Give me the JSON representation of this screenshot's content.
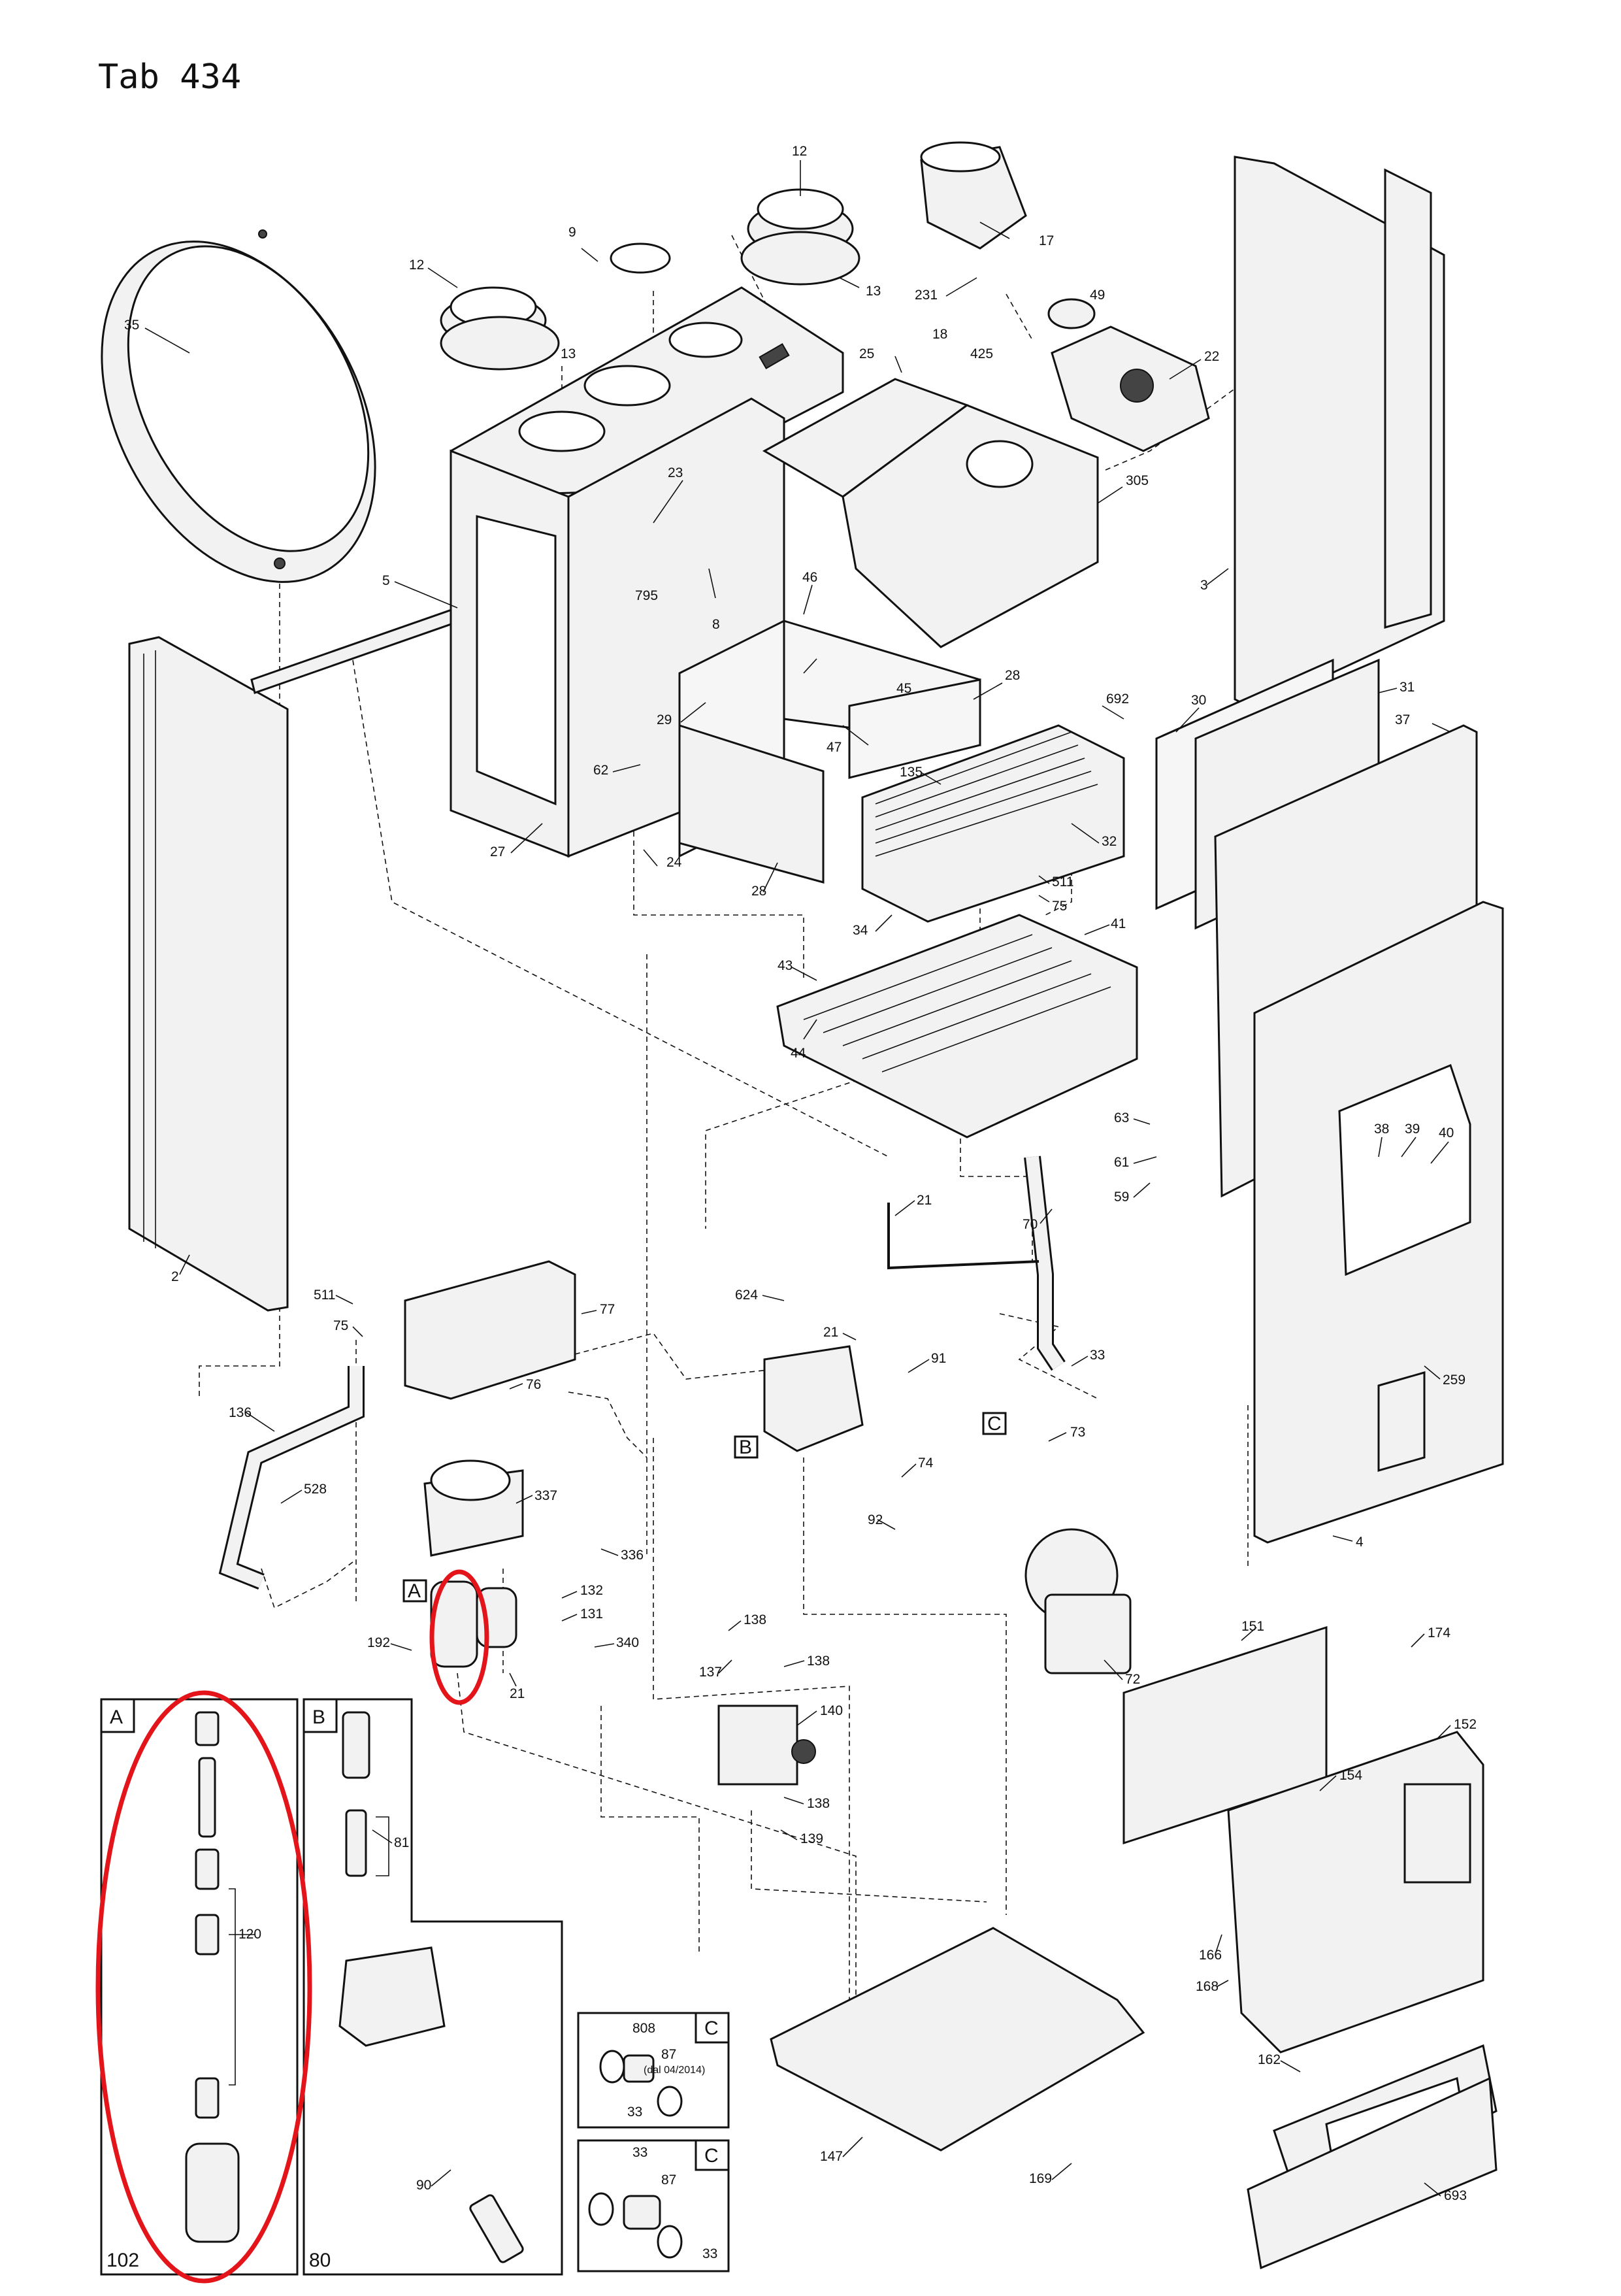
{
  "title": "Tab 434",
  "highlight_color": "#e3151a",
  "part_labels": {
    "p12a": "12",
    "p12b": "12",
    "p9": "9",
    "p13a": "13",
    "p13b": "13",
    "p17": "17",
    "p35": "35",
    "p231": "231",
    "p18": "18",
    "p49": "49",
    "p425": "425",
    "p22": "22",
    "p25": "25",
    "p305": "305",
    "p23": "23",
    "p795": "795",
    "p5": "5",
    "p3": "3",
    "p46": "46",
    "p8": "8",
    "p45": "45",
    "p28a": "28",
    "p692": "692",
    "p30": "30",
    "p31": "31",
    "p29": "29",
    "p37": "37",
    "p47": "47",
    "p62": "62",
    "p135": "135",
    "p32": "32",
    "p27": "27",
    "p24": "24",
    "p28b": "28",
    "p511a": "511",
    "p75a": "75",
    "p34": "34",
    "p41": "41",
    "p43": "43",
    "p44": "44",
    "p63": "63",
    "p38": "38",
    "p39": "39",
    "p40": "40",
    "p61": "61",
    "p59": "59",
    "p21a": "21",
    "p70": "70",
    "p2": "2",
    "p624": "624",
    "p511b": "511",
    "p77": "77",
    "p75b": "75",
    "p21b": "21",
    "p91": "91",
    "p33a": "33",
    "p76": "76",
    "p259": "259",
    "p136": "136",
    "p73": "73",
    "p74": "74",
    "p528": "528",
    "p337": "337",
    "p92": "92",
    "p336": "336",
    "p4": "4",
    "p132": "132",
    "p131": "131",
    "p138a": "138",
    "p192": "192",
    "p340": "340",
    "p137": "137",
    "p138b": "138",
    "p72": "72",
    "p151": "151",
    "p174": "174",
    "p21c": "21",
    "p140": "140",
    "p152": "152",
    "p154": "154",
    "p138c": "138",
    "p139": "139",
    "p81": "81",
    "p120": "120",
    "p166": "166",
    "p168": "168",
    "p808": "808",
    "p87a": "87",
    "p87_note": "(dal 04/2014)",
    "p33b": "33",
    "p162": "162",
    "p147": "147",
    "p169": "169",
    "p90": "90",
    "p87b": "87",
    "p33c": "33",
    "p33d": "33",
    "p693": "693",
    "p102": "102",
    "p80": "80"
  },
  "callouts": {
    "A_main": "A",
    "B_main": "B",
    "C_main": "C",
    "A_box": "A",
    "B_box": "B",
    "C_box1": "C",
    "C_box2": "C"
  }
}
